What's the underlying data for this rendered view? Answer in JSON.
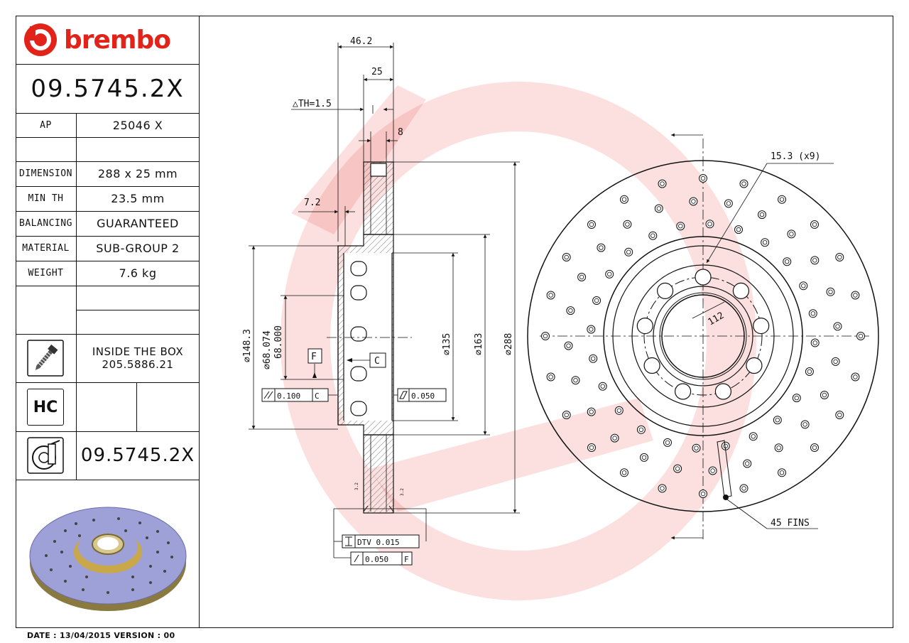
{
  "brand": {
    "name": "brembo",
    "color": "#e2231a"
  },
  "part_number": "09.5745.2X",
  "table": [
    {
      "label": "AP",
      "value": "25046 X"
    },
    {
      "label": "",
      "value": ""
    },
    {
      "label": "DIMENSION",
      "value": "288 x 25 mm"
    },
    {
      "label": "MIN TH",
      "value": "23.5 mm"
    },
    {
      "label": "BALANCING",
      "value": "GUARANTEED"
    },
    {
      "label": "MATERIAL",
      "value": "SUB-GROUP 2"
    },
    {
      "label": "WEIGHT",
      "value": "7.6 kg"
    }
  ],
  "inside_box": {
    "title": "INSIDE THE BOX",
    "part": "205.5886.21",
    "icon": "screw-icon"
  },
  "hc_icon": {
    "text": "HC"
  },
  "disc_icon_part": "09.5745.2X",
  "footer": "DATE : 13/04/2015 VERSION : 00",
  "dimensions": {
    "total_width": "46.2",
    "thickness": "25",
    "th_tolerance": "△TH=1.5",
    "vane": "8",
    "hat_offset": "7.2",
    "d148": "⌀148.3",
    "d68a": "⌀68.074",
    "d68b": "68.000",
    "d135": "⌀135",
    "d163": "⌀163",
    "d288": "⌀288",
    "datum_f": "F",
    "datum_c": "C",
    "parallel_tol": "0.100",
    "parallel_ref": "C",
    "flat_tol": "0.050",
    "dtv": "DTV 0.015",
    "runout_tol": "0.050",
    "runout_ref": "F",
    "drill_holes": "15.3 (x9)",
    "pcd": "112",
    "fins": "45 FINS",
    "small_dim": "3.2"
  }
}
